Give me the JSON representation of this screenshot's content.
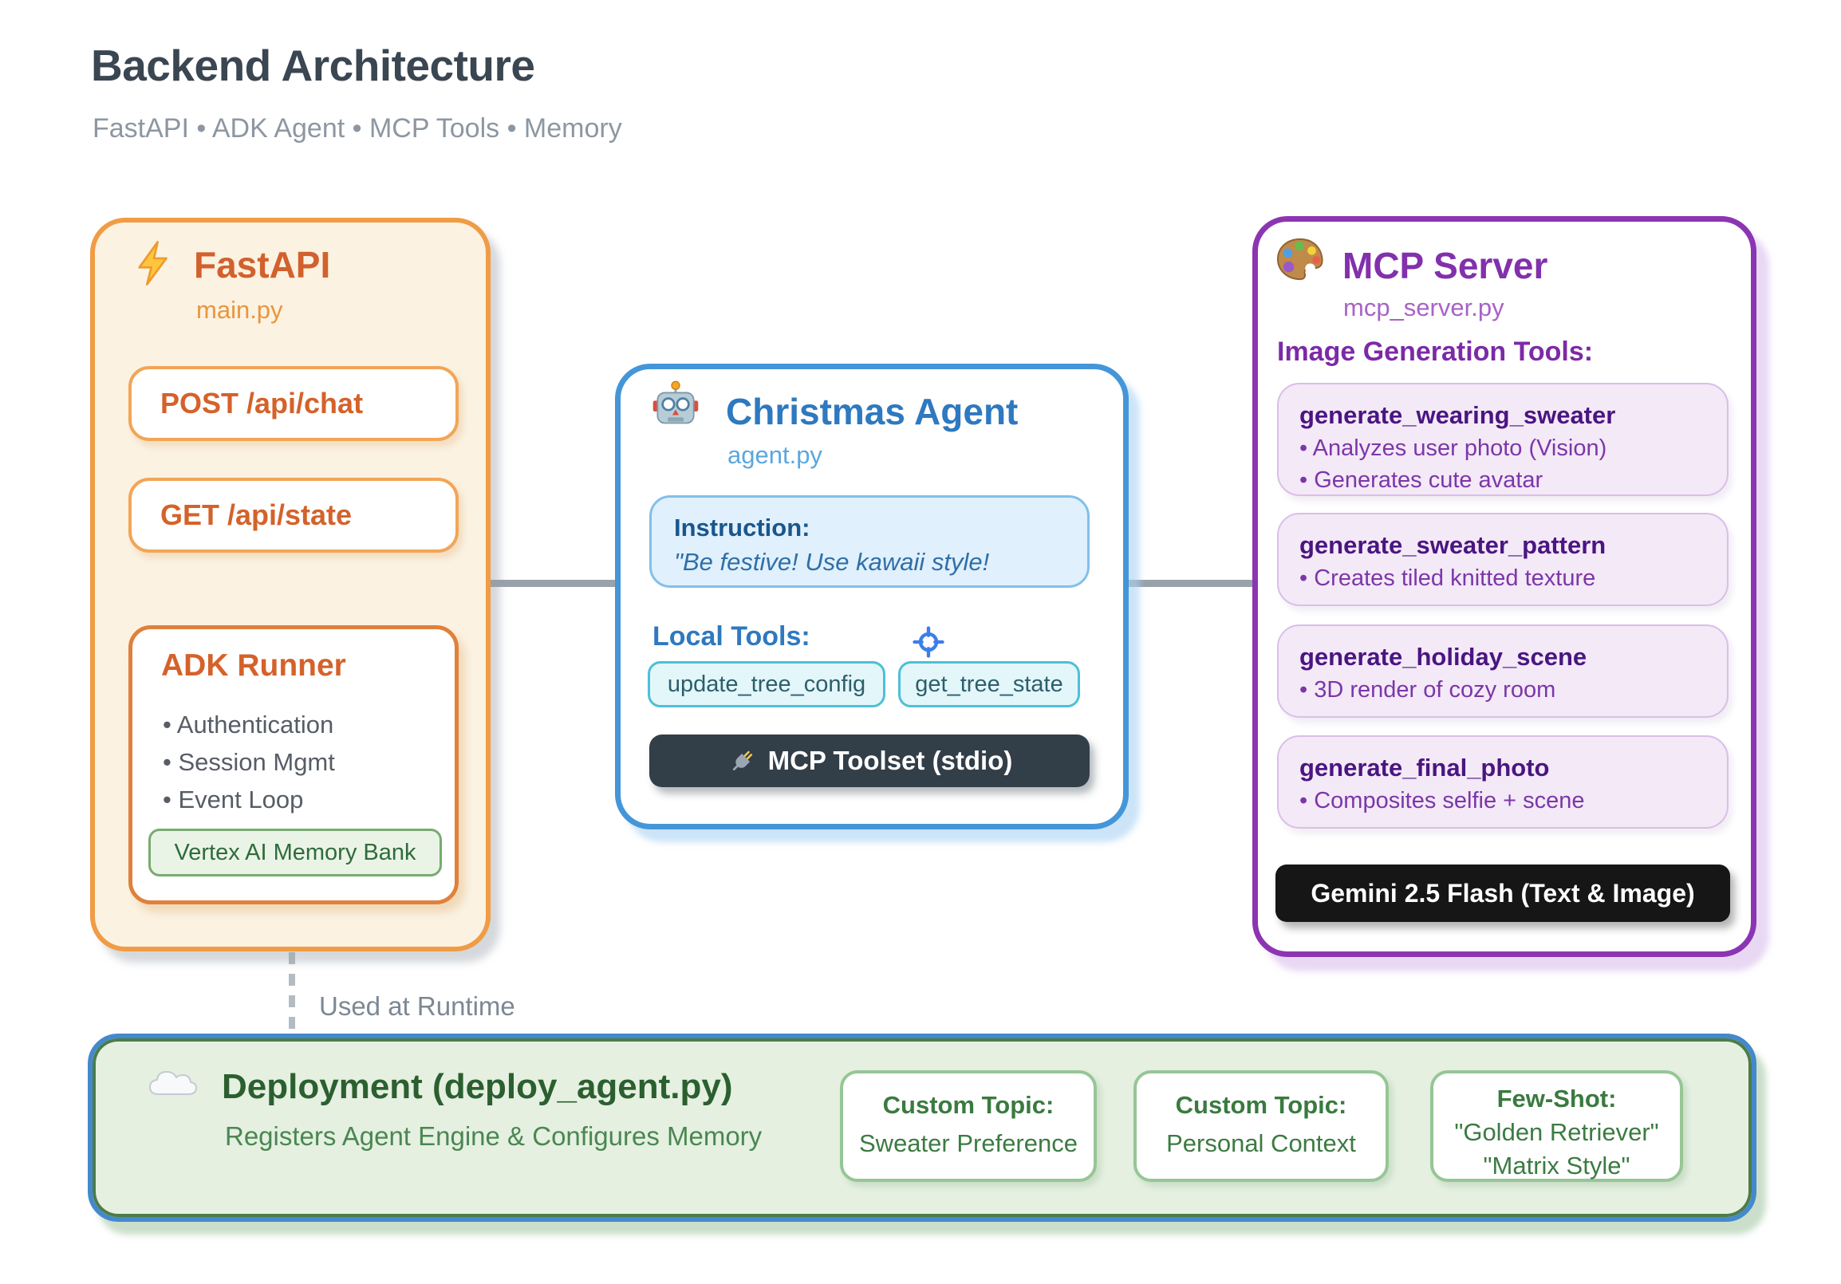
{
  "header": {
    "title": "Backend Architecture",
    "subtitle": "FastAPI • ADK Agent • MCP Tools • Memory"
  },
  "runtime_label": "Used at Runtime",
  "fastapi": {
    "title": "FastAPI",
    "file": "main.py",
    "endpoints": [
      "POST /api/chat",
      "GET /api/state"
    ],
    "adk_runner": {
      "title": "ADK Runner",
      "bullets": [
        "Authentication",
        "Session Mgmt",
        "Event Loop"
      ],
      "memory_chip": "Vertex AI Memory Bank"
    }
  },
  "agent": {
    "title": "Christmas Agent",
    "file": "agent.py",
    "instruction": {
      "label": "Instruction:",
      "text": "\"Be festive! Use kawaii style!"
    },
    "local_tools_label": "Local Tools:",
    "tools": [
      "update_tree_config",
      "get_tree_state"
    ],
    "toolset_label": "MCP Toolset (stdio)"
  },
  "mcp": {
    "title": "MCP Server",
    "file": "mcp_server.py",
    "section_label": "Image Generation Tools:",
    "tools": [
      {
        "name": "generate_wearing_sweater",
        "bullets": [
          "Analyzes user photo (Vision)",
          "Generates cute avatar"
        ]
      },
      {
        "name": "generate_sweater_pattern",
        "bullets": [
          "Creates tiled knitted texture"
        ]
      },
      {
        "name": "generate_holiday_scene",
        "bullets": [
          "3D render of cozy room"
        ]
      },
      {
        "name": "generate_final_photo",
        "bullets": [
          "Composites selfie + scene"
        ]
      }
    ],
    "model_badge": "Gemini 2.5 Flash (Text & Image)"
  },
  "deployment": {
    "title": "Deployment (deploy_agent.py)",
    "subtitle": "Registers Agent Engine & Configures Memory",
    "cards": [
      {
        "label": "Custom Topic:",
        "lines": [
          "Sweater Preference"
        ]
      },
      {
        "label": "Custom Topic:",
        "lines": [
          "Personal Context"
        ]
      },
      {
        "label": "Few-Shot:",
        "lines": [
          "\"Golden Retriever\"",
          "\"Matrix Style\""
        ]
      }
    ]
  },
  "colors": {
    "orange_border": "#F09C45",
    "orange_text": "#D4622A",
    "blue_border": "#4496D8",
    "blue_text": "#2E79BF",
    "purple_border": "#8C35B2",
    "purple_text": "#8230AC",
    "green_text": "#2B5F2F",
    "dark_bar": "#323E48",
    "black_badge": "#161616",
    "connector_gray": "#99A2AB"
  }
}
